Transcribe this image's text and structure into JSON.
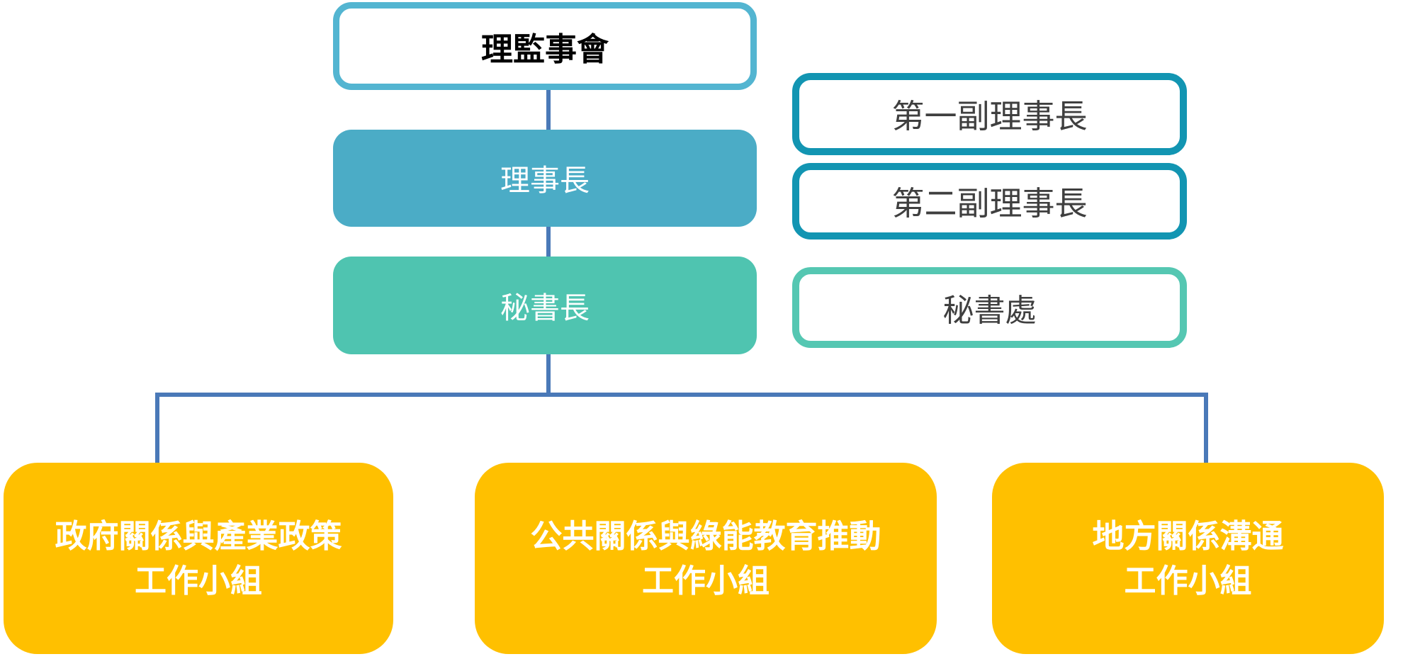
{
  "diagram": {
    "type": "org-chart",
    "nodes": {
      "board": {
        "label": "理監事會"
      },
      "chairman": {
        "label": "理事長"
      },
      "secretary_general": {
        "label": "秘書長"
      },
      "first_vice_chairman": {
        "label": "第一副理事長"
      },
      "second_vice_chairman": {
        "label": "第二副理事長"
      },
      "secretariat": {
        "label": "秘書處"
      },
      "workgroups": [
        {
          "line1": "政府關係與產業政策",
          "line2": "工作小組"
        },
        {
          "line1": "公共關係與綠能教育推動",
          "line2": "工作小組"
        },
        {
          "line1": "地方關係溝通",
          "line2": "工作小組"
        }
      ]
    },
    "edges": [
      "board -> chairman",
      "chairman -> secretary_general",
      "secretary_general -> workgroups"
    ],
    "colors": {
      "teal-light": "#53B5D1",
      "teal": "#4BACC6",
      "teal-dark": "#1295B2",
      "green": "#4FC4B0",
      "green-light": "#55C7B2",
      "gold": "#FFC000",
      "line": "#4A79B8",
      "text-dark": "#3F3F3F"
    }
  }
}
